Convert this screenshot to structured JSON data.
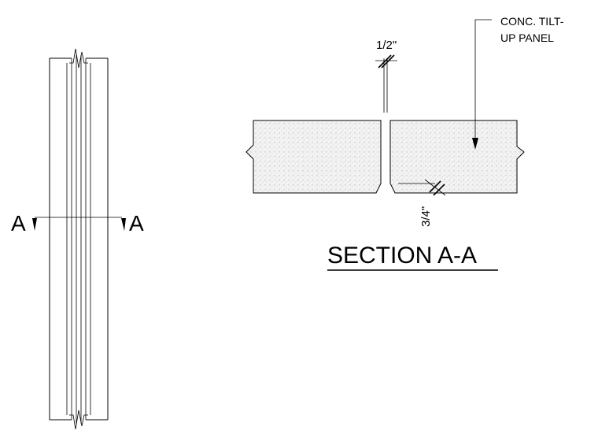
{
  "annotations": {
    "gap_dimension": "1/2\"",
    "chamfer_dimension": "3/4\"",
    "material_label_line1": "CONC. TILT-",
    "material_label_line2": "UP PANEL",
    "section_mark_left": "A",
    "section_mark_right": "A",
    "section_title": "SECTION A-A"
  },
  "colors": {
    "line": "#000000",
    "background": "#ffffff",
    "concrete_fill": "#f2f2f2"
  }
}
